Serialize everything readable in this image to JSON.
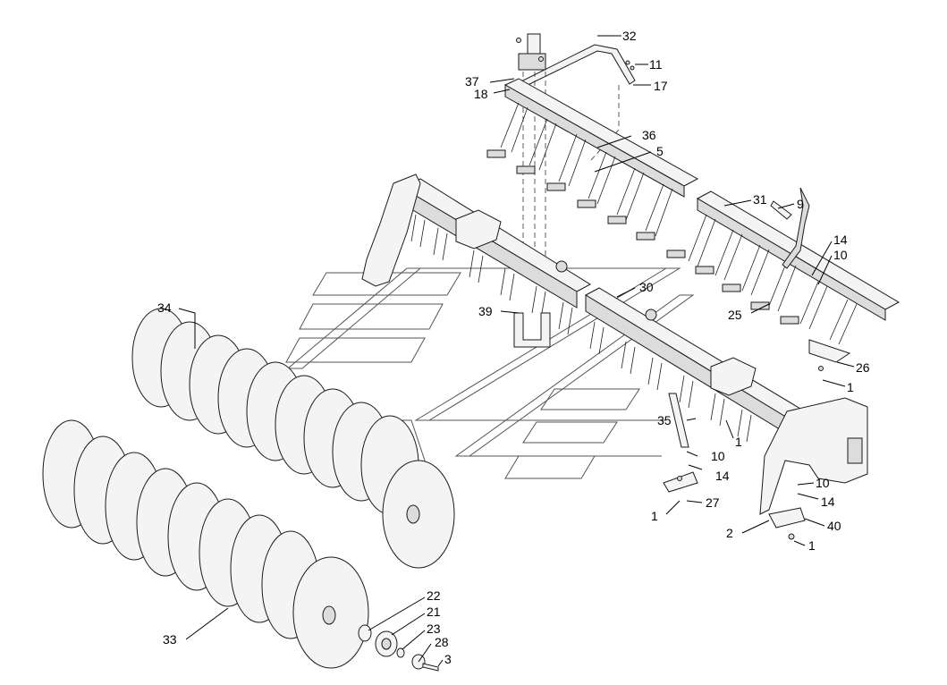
{
  "callouts": [
    {
      "id": "c32",
      "text": "32"
    },
    {
      "id": "c11",
      "text": "11"
    },
    {
      "id": "c37",
      "text": "37"
    },
    {
      "id": "c17",
      "text": "17"
    },
    {
      "id": "c18",
      "text": "18"
    },
    {
      "id": "c36",
      "text": "36"
    },
    {
      "id": "c5",
      "text": "5"
    },
    {
      "id": "c31",
      "text": "31"
    },
    {
      "id": "c9",
      "text": "9"
    },
    {
      "id": "c14a",
      "text": "14"
    },
    {
      "id": "c10a",
      "text": "10"
    },
    {
      "id": "c30",
      "text": "30"
    },
    {
      "id": "c25",
      "text": "25"
    },
    {
      "id": "c39",
      "text": "39"
    },
    {
      "id": "c34",
      "text": "34"
    },
    {
      "id": "c26",
      "text": "26"
    },
    {
      "id": "c1a",
      "text": "1"
    },
    {
      "id": "c35",
      "text": "35"
    },
    {
      "id": "c1b",
      "text": "1"
    },
    {
      "id": "c10b",
      "text": "10"
    },
    {
      "id": "c14b",
      "text": "14"
    },
    {
      "id": "c10c",
      "text": "10"
    },
    {
      "id": "c14c",
      "text": "14"
    },
    {
      "id": "c27",
      "text": "27"
    },
    {
      "id": "c1c",
      "text": "1"
    },
    {
      "id": "c2",
      "text": "2"
    },
    {
      "id": "c40",
      "text": "40"
    },
    {
      "id": "c1d",
      "text": "1"
    },
    {
      "id": "c22",
      "text": "22"
    },
    {
      "id": "c21",
      "text": "21"
    },
    {
      "id": "c23",
      "text": "23"
    },
    {
      "id": "c28",
      "text": "28"
    },
    {
      "id": "c3",
      "text": "3"
    },
    {
      "id": "c33",
      "text": "33"
    }
  ]
}
